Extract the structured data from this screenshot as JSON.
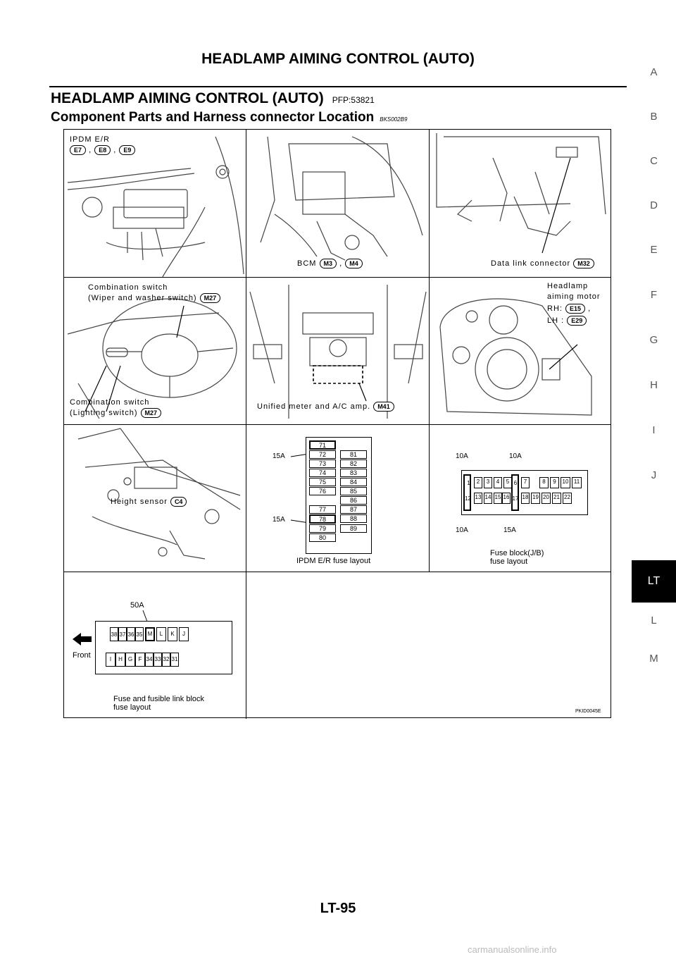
{
  "header": {
    "running_title": "HEADLAMP AIMING CONTROL (AUTO)"
  },
  "section": {
    "title": "HEADLAMP AIMING CONTROL (AUTO)",
    "pfp_code": "PFP:53821",
    "subtitle": "Component Parts and Harness connector Location",
    "subtitle_code": "BKS002B9"
  },
  "side_index": {
    "letters": [
      "A",
      "B",
      "C",
      "D",
      "E",
      "F",
      "G",
      "H",
      "I",
      "J",
      "L",
      "M"
    ],
    "active": "LT"
  },
  "figure": {
    "panel1": {
      "label": "IPDM E/R",
      "connectors": [
        "E7",
        "E8",
        "E9"
      ]
    },
    "panel2": {
      "label": "BCM",
      "connectors": [
        "M3",
        "M4"
      ]
    },
    "panel3": {
      "label": "Data link connector",
      "connector": "M32"
    },
    "panel4": {
      "label_line1": "Combination switch",
      "label_line2": "(Wiper and washer switch)",
      "connector_top": "M27",
      "label_line3": "Combination switch",
      "label_line4": "(Lighting switch)",
      "connector_bottom": "M27"
    },
    "panel5": {
      "label": "Unified meter and A/C amp.",
      "connector": "M41"
    },
    "panel6": {
      "label_line1": "Headlamp",
      "label_line2": "aiming motor",
      "rh_label": "RH:",
      "rh_connector": "E15",
      "lh_label": "LH :",
      "lh_connector": "E29"
    },
    "panel7": {
      "label": "Height sensor",
      "connector": "C4"
    },
    "panel8": {
      "caption": "IPDM E/R fuse layout",
      "amp_top": "15A",
      "amp_bottom": "15A",
      "left_column": [
        "71",
        "72",
        "73",
        "74",
        "75",
        "76",
        "",
        "77",
        "78",
        "79",
        "80"
      ],
      "right_column": [
        "",
        "81",
        "82",
        "83",
        "84",
        "85",
        "86",
        "87",
        "88",
        "89",
        ""
      ]
    },
    "panel9": {
      "caption_line1": "Fuse block(J/B)",
      "caption_line2": "fuse layout",
      "amp_top_left": "10A",
      "amp_top_right": "10A",
      "amp_bottom_left": "10A",
      "amp_bottom_right": "15A",
      "row1": [
        "1",
        "2",
        "3",
        "4",
        "5",
        "6",
        "7",
        "",
        "8",
        "9",
        "10",
        "11"
      ],
      "row2": [
        "12",
        "13",
        "14",
        "15",
        "16",
        "17",
        "18",
        "19",
        "20",
        "21",
        "22",
        ""
      ]
    },
    "panel10": {
      "amp": "50A",
      "front_label": "Front",
      "caption_line1": "Fuse and fusible link block",
      "caption_line2": "fuse layout",
      "row1": [
        "38",
        "37",
        "36",
        "35",
        "M",
        "L",
        "K",
        "J"
      ],
      "row2": [
        "I",
        "H",
        "G",
        "F",
        "34",
        "33",
        "32",
        "31"
      ]
    },
    "figure_code": "PKID0045E"
  },
  "footer": {
    "page_number": "LT-95",
    "watermark": "carmanualsonline.info"
  }
}
